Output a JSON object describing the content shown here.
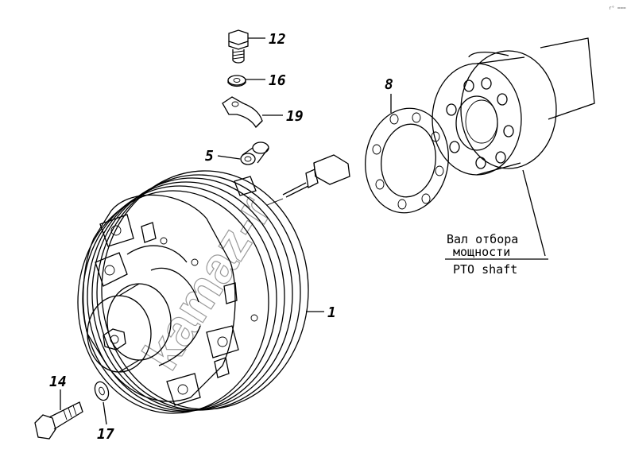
{
  "callouts": {
    "c12": "12",
    "c16": "16",
    "c19": "19",
    "c5": "5",
    "c8": "8",
    "c1": "1",
    "c14": "14",
    "c17": "17"
  },
  "shaft_note": {
    "line1": "Вал отбора",
    "line2": "мощности",
    "line3": "PTO shaft"
  },
  "watermark": "kamaz-r",
  "corner_mark": "r°  ===",
  "colors": {
    "ink": "#000000",
    "watermark": "#9a9a9a"
  }
}
